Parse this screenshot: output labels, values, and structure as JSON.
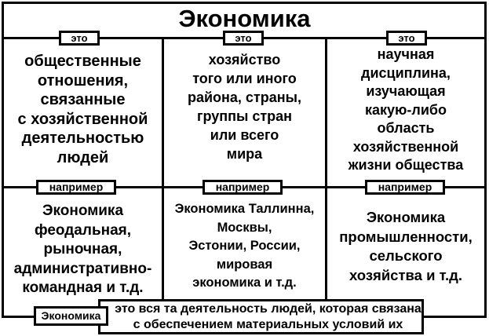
{
  "title": "Экономика",
  "columns": [
    {
      "tag": "это",
      "definition": "общественные\nотношения,\nсвязанные\nс хозяйственной\nдеятельностью\nлюдей",
      "example_tag": "например",
      "example": "Экономика\nфеодальная,\nрыночная,\nадминистративно-\nкомандная и т.д."
    },
    {
      "tag": "это",
      "definition": "хозяйство\nтого или иного\nрайона, страны,\nгруппы стран\nили всего\nмира",
      "example_tag": "например",
      "example": "Экономика Таллинна,\nМосквы,\nЭстонии, России,\nмировая\nэкономика и т.д."
    },
    {
      "tag": "это",
      "definition": "научная\nдисциплина,\nизучающая\nкакую-либо\nобласть\nхозяйственной\nжизни общества",
      "example_tag": "например",
      "example": "Экономика\nпромышленности,\nсельского\nхозяйства и т.д."
    }
  ],
  "summary": {
    "label": "Экономика",
    "text": "это вся та деятельность людей, которая связана\nс обеспечением материальных условий их жизни"
  }
}
